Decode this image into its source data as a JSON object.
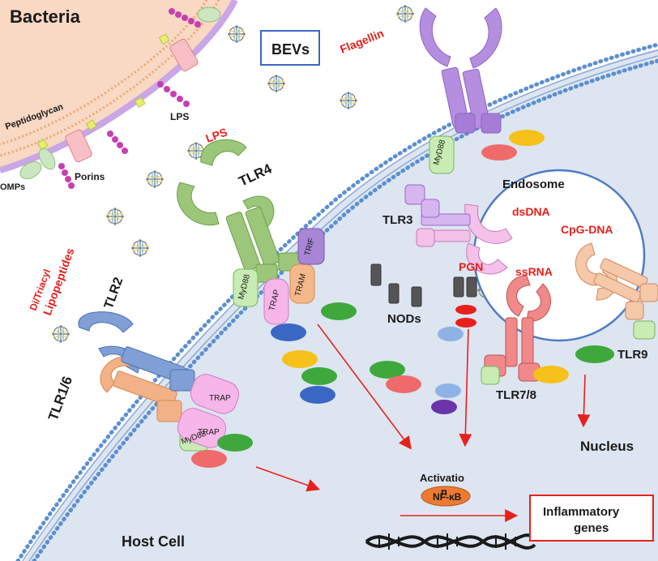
{
  "labels": {
    "bacteria": "Bacteria",
    "bevs": "BEVs",
    "flagellin": "Flagellin",
    "peptidoglycan": "Peptidoglycan",
    "lps_membrane": "LPS",
    "porins": "Porins",
    "omps": "OMPs",
    "lps_ligand": "LPS",
    "tlr4": "TLR4",
    "endosome": "Endosome",
    "tlr3": "TLR3",
    "dsdna": "dsDNA",
    "cpg_dna": "CpG-DNA",
    "pgn": "PGN",
    "ssrna": "ssRNA",
    "nods": "NODs",
    "tlr9": "TLR9",
    "tlr78": "TLR7/8",
    "nucleus": "Nucleus",
    "lipopeptides_line1": "Di/Triacyl",
    "lipopeptides_line2": "Lipopeptides",
    "tlr2": "TLR2",
    "tlr16": "TLR1/6",
    "activation_line1": "Activatio",
    "activation_line2": "n",
    "nfkb": "NF-κB",
    "inflammatory_line1": "Inflammatory",
    "inflammatory_line2": "genes",
    "host_cell": "Host Cell"
  },
  "adapters": {
    "myd88": "MyD88",
    "trap": "TRAP",
    "tram": "TRAM",
    "trif": "TRIF"
  },
  "colors": {
    "host_cell": "#dde5f1",
    "membrane_head": "#5b8fd0",
    "tlr4": "#9cc77a",
    "tlr_flagellin": "#b58ee0",
    "tlr2": "#7f9fd6",
    "tlr16": "#f3b187",
    "trap": "#f6b6ea",
    "myd88": "#c8ecb4",
    "tram": "#f5b88a",
    "trif": "#a985d6",
    "tlr3": "#d7b5ef",
    "tlr78": "#f08a8a",
    "tlr9": "#f5c8a9",
    "arrow": "#e8201c",
    "nfkb": "#ee7a32"
  }
}
